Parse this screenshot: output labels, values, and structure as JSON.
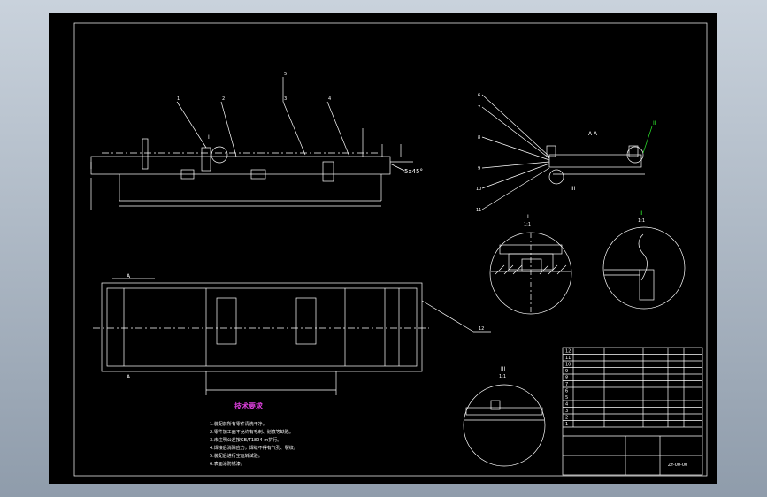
{
  "drawing": {
    "chamfer_note": "5x45°",
    "section_view_label": "A-A",
    "detail_i_label": "I",
    "detail_i_scale": "1:1",
    "detail_ii_label": "II",
    "detail_ii_scale": "1:1",
    "detail_iii_label": "III",
    "detail_iii_scale": "1:1",
    "section_marker": "A",
    "tech_req_title": "技术要求",
    "tech_req_lines": [
      "1.装配前所有零件清洗干净。",
      "2.零件加工面不允许有毛刺、划痕等缺陷。",
      "3.未注明公差按GB/T1804-m执行。",
      "4.焊接后消除应力，焊缝不得有气孔、裂纹。",
      "5.装配后进行空运转试验。",
      "6.表面涂防锈漆。"
    ],
    "part_numbers": [
      "1",
      "2",
      "3",
      "4",
      "5",
      "6",
      "7",
      "8",
      "9",
      "10",
      "11",
      "12"
    ],
    "drawing_code": "ZY-00-00"
  },
  "colors": {
    "background": "#000000",
    "lines": "#ffffff",
    "annotations": "#2ee82e",
    "title": "#e040e0"
  }
}
